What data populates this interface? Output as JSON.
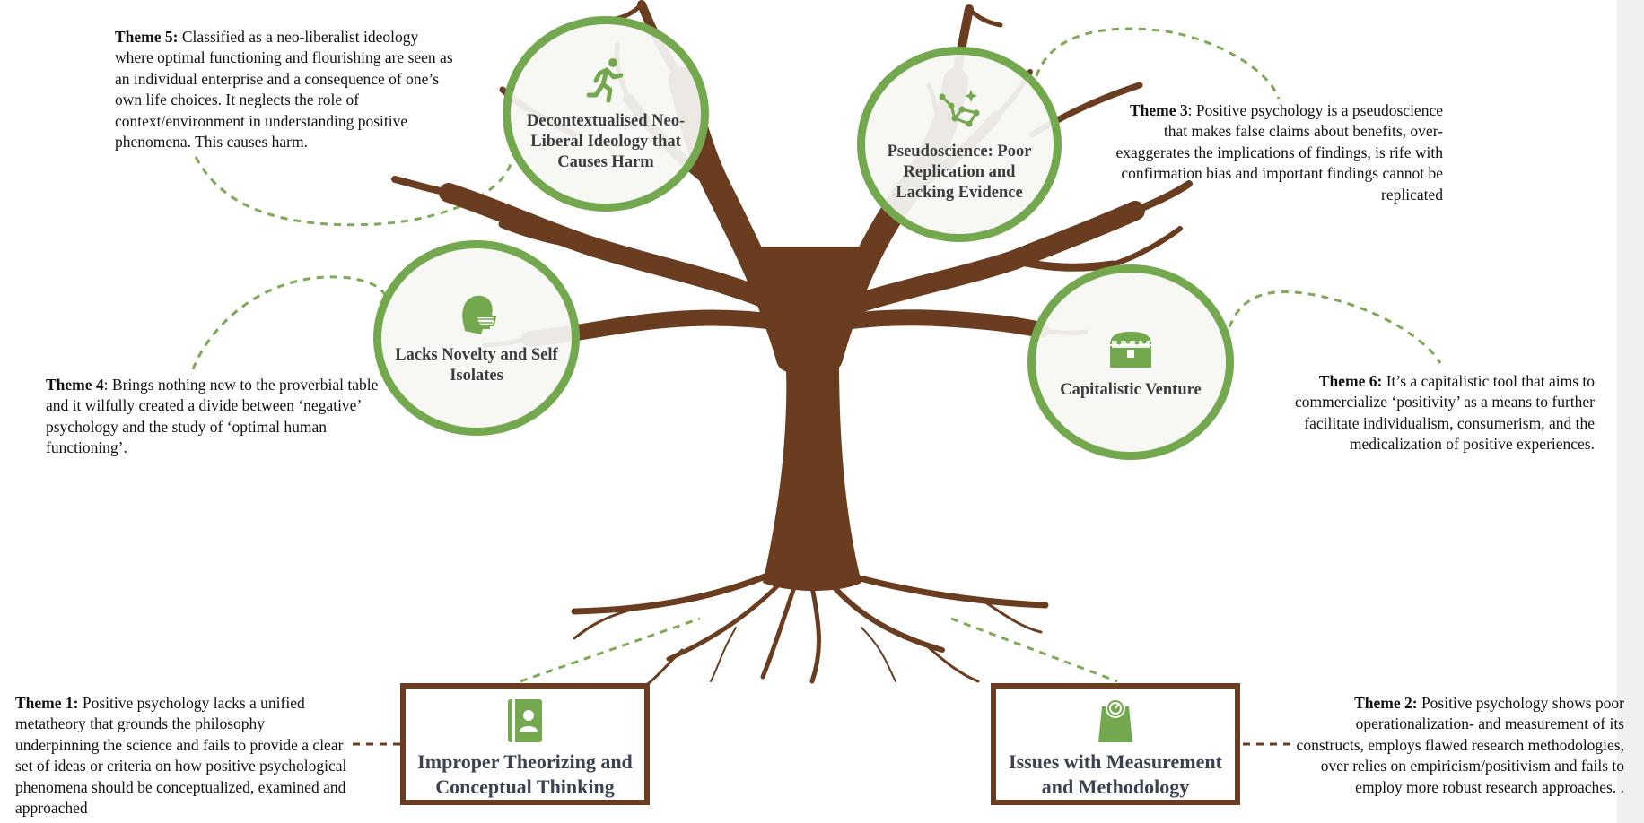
{
  "colors": {
    "trunk": "#6b3d20",
    "green": "#73a84f",
    "dash_green": "#7daa56",
    "box_border": "#6b3d20",
    "box_text": "#3c4252"
  },
  "themes": {
    "t1": {
      "heading": "Theme 1:",
      "body": " Positive psychology  lacks a unified metatheory that grounds the philosophy underpinning the science and fails to provide a clear set of ideas or criteria on how positive psychological phenomena  should be conceptualized, examined and approached"
    },
    "t2": {
      "heading": "Theme 2:",
      "body": " Positive psychology  shows poor operationalization- and measurement of its constructs, employs flawed research methodologies, over relies on empiricism/positivism and fails to employ more robust research approaches. ."
    },
    "t3": {
      "heading": "Theme 3",
      "body": ": Positive psychology  is a pseudoscience that makes false claims about benefits, over-exaggerates the implications of findings, is rife with confirmation bias and important findings cannot be replicated"
    },
    "t4": {
      "heading": "Theme 4",
      "body": ": Brings nothing new to the proverbial table and it wilfully created a divide between ‘negative’ psychology and the study of ‘optimal human functioning’."
    },
    "t5": {
      "heading": "Theme 5:",
      "body": " Classified as a neo-liberalist ideology where optimal functioning and flourishing are seen as an individual enterprise and a consequence of one’s own life choices. It neglects the role of context/environment in understanding positive phenomena. This causes harm."
    },
    "t6": {
      "heading": "Theme 6:",
      "body": " It’s a capitalistic tool that aims to commercialize ‘positivity’ as a means to further facilitate individualism, consumerism, and the medicalization of positive experiences."
    }
  },
  "nodes": {
    "neo_liberal": {
      "label": "Decontextualised Neo-Liberal Ideology that Causes Harm",
      "icon": "running-person-icon"
    },
    "pseudoscience": {
      "label": "Pseudoscience: Poor Replication and Lacking Evidence",
      "icon": "constellation-icon"
    },
    "novelty": {
      "label": "Lacks Novelty and Self Isolates",
      "icon": "masked-head-icon"
    },
    "capitalistic": {
      "label": "Capitalistic Venture",
      "icon": "treasure-chest-icon"
    },
    "theorizing": {
      "label": "Improper Theorizing and Conceptual Thinking",
      "icon": "contact-book-icon"
    },
    "measurement": {
      "label": "Issues with Measurement and Methodology",
      "icon": "weighing-scale-icon"
    }
  }
}
